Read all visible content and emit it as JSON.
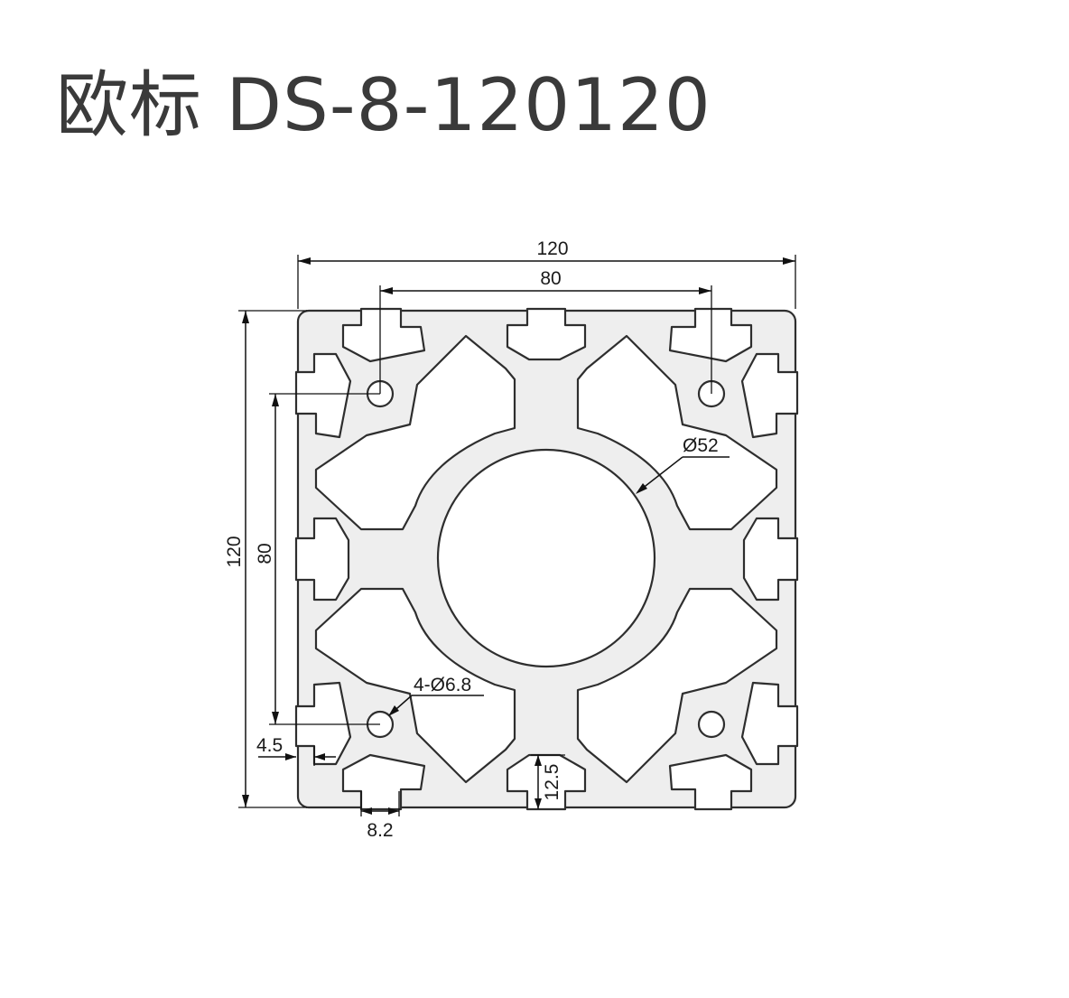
{
  "title": "欧标  DS-8-120120",
  "dimensions": {
    "width_total": "120",
    "width_inner": "80",
    "height_total": "120",
    "height_inner": "80",
    "center_bore": "Ø52",
    "holes": "4-Ø6.8",
    "lip": "4.5",
    "slot": "8.2",
    "depth": "12.5"
  },
  "colors": {
    "profile_fill": "#eeeeee",
    "outline": "#2e2e2e",
    "text": "#3a3a3a"
  }
}
